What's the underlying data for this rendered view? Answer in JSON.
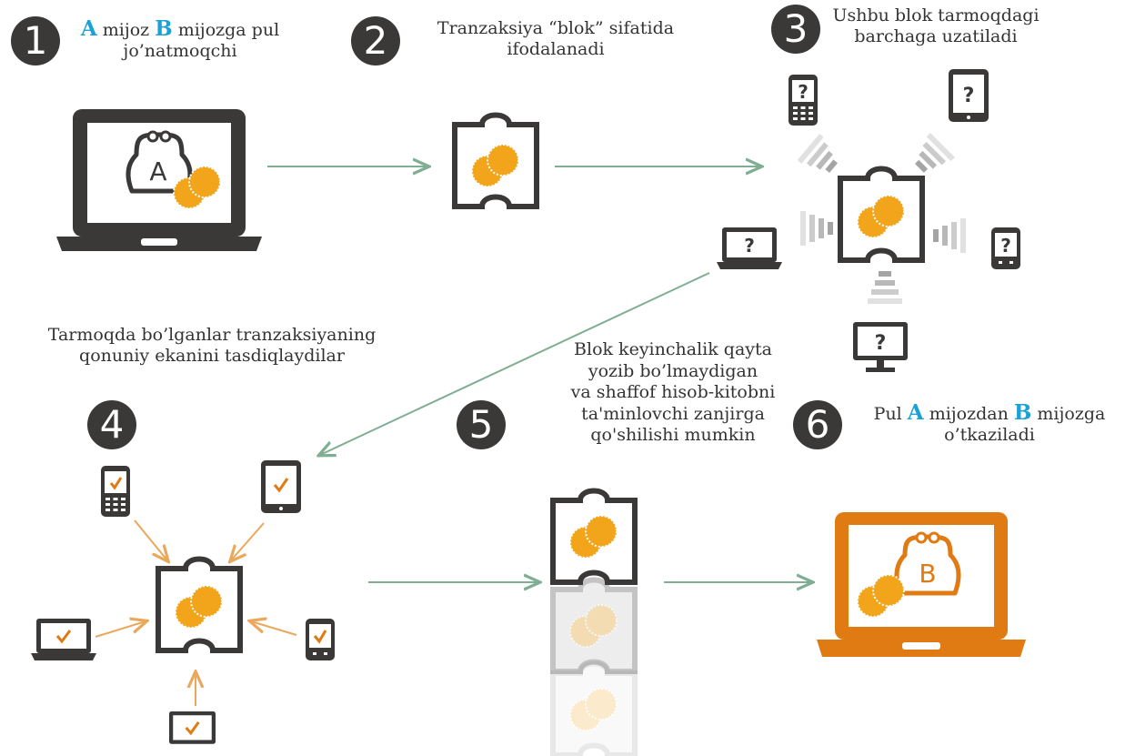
{
  "steps": [
    {
      "number": "1",
      "pre": "",
      "letter1": "A",
      "mid": " mijoz ",
      "letter2": "B",
      "post": " mijozga pul",
      "line2": "jo’natmoqchi"
    },
    {
      "number": "2",
      "line1": "Tranzaksiya “blok” sifatida",
      "line2": "ifodalanadi"
    },
    {
      "number": "3",
      "line1": "Ushbu blok tarmoqdagi",
      "line2": "barchaga uzatiladi"
    },
    {
      "number": "4",
      "line1": "Tarmoqda bo’lganlar tranzaksiyaning",
      "line2": "qonuniy ekanini tasdiqlaydilar"
    },
    {
      "number": "5",
      "lines": [
        "Blok keyinchalik qayta",
        "yozib bo’lmaydigan",
        "va shaffof hisob-kitobni",
        "ta'minlovchi zanjirga",
        "qo'shilishi mumkin"
      ]
    },
    {
      "number": "6",
      "pre": "Pul ",
      "letter1": "A",
      "mid": " mijozdan ",
      "letter2": "B",
      "post": " mijozga",
      "line2": "o’tkaziladi"
    }
  ],
  "wallet_letters": {
    "sender": "A",
    "receiver": "B"
  },
  "device_marks": {
    "unknown": "?",
    "verified": "✓"
  },
  "colors": {
    "dark": "#3b3838",
    "orange": "#e07b14",
    "coin": "#f2a51a",
    "coin_light": "#f6d89a",
    "arrow_green": "#7fae93",
    "arrow_orange": "#e9a85c",
    "accent_blue": "#1aa2d6"
  },
  "icons": [
    "laptop-icon",
    "wallet-icon",
    "coin-icon",
    "puzzle-block-icon",
    "phone-icon",
    "tablet-icon",
    "monitor-icon",
    "check-icon",
    "question-icon"
  ]
}
